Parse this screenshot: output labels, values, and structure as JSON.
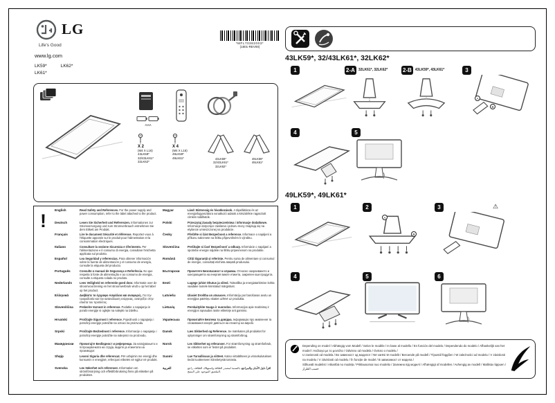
{
  "brand": {
    "logo": "LG",
    "tagline": "Life's Good",
    "website": "www.lg.com",
    "model_line1a": "LK59*",
    "model_line1b": "LK62*",
    "model_line2": "LK61*"
  },
  "barcode": {
    "code": "*MFL70382003*",
    "revision": "(1801-REV00)"
  },
  "accessories": {
    "battery_label": "AAA",
    "screw_sets": [
      {
        "qty": "X 2",
        "spec": "(M4 X L16)",
        "models": [
          "43LK59*",
          "32/43LK61*",
          "32LK62*"
        ]
      },
      {
        "qty": "X 4",
        "spec": "(M4 X L16)",
        "models": [
          "49LK59*",
          "49LK61*"
        ]
      }
    ],
    "stand_sets": [
      {
        "models": [
          "43LK59*",
          "32/43LK61*",
          "32LK62*"
        ]
      },
      {
        "models": [
          "49LK59*",
          "49LK61*"
        ]
      }
    ]
  },
  "notice_table": {
    "icon": "!",
    "left_rows": [
      {
        "language": "English",
        "title": "Read Safety and References.",
        "body": "For the power supply and power consumption, refer to the label attached to the product."
      },
      {
        "language": "Deutsch",
        "title": "Lesen Sie Sicherheit und Referenzen.",
        "body": "Informationen zur Stromversorgung und zum Stromverbrauch entnehmen Sie dem Etikett am Produkt."
      },
      {
        "language": "Français",
        "title": "Lire le document Sécurité et référence.",
        "body": "Reportez-vous à l'étiquette apposée sur le produit pour l'alimentation et la consommation électriques."
      },
      {
        "language": "Italiano",
        "title": "Consultare la sezione Sicurezza e riferimento.",
        "body": "Per l'alimentazione e il consumo di energia, consultare l'etichetta applicata sul prodotto."
      },
      {
        "language": "Español",
        "title": "Lea Seguridad y referencias.",
        "body": "Para obtener información sobre la fuente de alimentación y el consumo de energía, consulte la etiqueta del producto."
      },
      {
        "language": "Português",
        "title": "Consulte o manual de Segurança e Referência.",
        "body": "No que respeita à fonte de alimentação e ao consumo de energia, consulte a etiqueta colada no produto."
      },
      {
        "language": "Nederlands",
        "title": "Lees Veiligheid en referentie goed door.",
        "body": "Informatie over de stroomvoorziening en het stroomverbruik vindt u op het label op het product."
      },
      {
        "language": "Ελληνικά",
        "title": "Διαβάστε το έγγραφο Ασφάλεια και αναφορές.",
        "body": "Για την τροφοδοσία και την κατανάλωση ενέργειας, ανατρέξτε στην ετικέτα του προϊόντος."
      },
      {
        "language": "Slovenščina",
        "title": "Preberite Varnost in reference.",
        "body": "Podatke o napajanju in porabi energije si oglejte na nalepki na izdelku."
      },
      {
        "language": "Hrvatski",
        "title": "Pročitajte Sigurnost i reference.",
        "body": "Pojedinosti o napajanju i potrošnji energije potražite na oznaci na proizvodu."
      },
      {
        "language": "Srpski",
        "title": "Pročitajte Bezbednost i reference.",
        "body": "Informacije o napajanju i potrošnji energije potražite na nalepnici na proizvodu."
      },
      {
        "language": "Македонски",
        "title": "Прочитајте Безбедност и референци.",
        "body": "За напојувањето и потрошувачката на струја, видете ја етикетата на производот."
      },
      {
        "language": "Shqip",
        "title": "Lexoni Siguria dhe referencat.",
        "body": "Për ushqimin me energji dhe konsumin e energjisë, referojuni etiketës së ngjitur në produkt."
      },
      {
        "language": "Svenska",
        "title": "Läs Säkerhet och referenser.",
        "body": "Information om strömförsörjning och effektförbrukning finns på etiketten på produkten."
      }
    ],
    "right_rows": [
      {
        "language": "Magyar",
        "title": "Lásd: Biztonság és hivatkozások.",
        "body": "A tápellátásra és az energiafogyasztásra vonatkozó adatok a készülékre ragasztott címkén találhatók."
      },
      {
        "language": "Polski",
        "title": "Przeczytaj Zasady bezpieczeństwa i informacje dodatkowe.",
        "body": "Informacje dotyczące zasilania i poboru mocy znajdują się na etykiecie umieszczonej na produkcie."
      },
      {
        "language": "Česky",
        "title": "Přečtěte si část Bezpečnost a reference.",
        "body": "Informace o napájení a příkonu naleznete na štítku připevněném k výrobku."
      },
      {
        "language": "Slovenčina",
        "title": "Prečítajte si časť Bezpečnosť a odkazy.",
        "body": "Informácie o napájaní a spotrebe energie nájdete na štítku pripevnenom na produkte."
      },
      {
        "language": "Română",
        "title": "Citiți Siguranță și referințe.",
        "body": "Pentru sursa de alimentare și consumul de energie, consultați eticheta atașată produsului."
      },
      {
        "language": "Български",
        "title": "Прочетете Безопасност и справка.",
        "body": "Относно захранването и консумацията на енергия вижте етикета, закрепен към продукта."
      },
      {
        "language": "Eesti",
        "title": "Lugege juhist Ohutus ja viited.",
        "body": "Toiteallika ja energiatarbimise kohta vaadake tootele kinnitatud märgistust."
      },
      {
        "language": "Latviešu",
        "title": "Izlasiet Drošība un atsauces.",
        "body": "Informāciju par barošanas avotu un enerģijas patēriņu skatiet uzlīmē uz produkta."
      },
      {
        "language": "Lietuvių",
        "title": "Perskaitykite Sauga ir nuorodos.",
        "body": "Informacijos apie maitinimą ir energijos sąnaudas rasite etiketėje ant gaminio."
      },
      {
        "language": "Українська",
        "title": "Прочитайте Безпека та довідка.",
        "body": "Інформацію про живлення та споживання енергії дивіться на етикетці на виробі."
      },
      {
        "language": "Dansk",
        "title": "Læs Sikkerhed og Reference.",
        "body": "Se mærkaten på produktet for oplysninger om strømforsyning og strømforbrug."
      },
      {
        "language": "Norsk",
        "title": "Les Sikkerhet og referanser.",
        "body": "For strømforsyning og strømforbruk, se etiketten som er festet på produktet."
      },
      {
        "language": "Suomi",
        "title": "Lue Turvallisuus ja viitteet.",
        "body": "Katso virtalähteen ja virrankulutuksen tiedot tuotteeseen kiinnitetystä tarrasta."
      },
      {
        "language": "العربية",
        "title": "اقرأ دليل الأمان والمراجع.",
        "body": "بالنسبة لمصدر الطاقة واستهلاك الطاقة، راجع الملصق الموجود على المنتج."
      }
    ]
  },
  "assembly": {
    "warning_glyph": "⚠",
    "part_labels": {
      "a": "A",
      "b": "B"
    },
    "section1": {
      "title": "43LK59*, 32/43LK61*, 32LK62*",
      "steps": [
        {
          "badge": "1"
        },
        {
          "badge": "2-A",
          "sublabel": "32LK61*, 32LK62*"
        },
        {
          "badge": "2-B",
          "sublabel": "43LK59*, 43LK61*"
        },
        {
          "badge": "3"
        },
        {
          "badge": "4"
        },
        {
          "badge": "5"
        }
      ]
    },
    "section2": {
      "title": "49LK59*, 49LK61*",
      "steps": [
        {
          "badge": "1"
        },
        {
          "badge": "2"
        },
        {
          "badge": "3"
        },
        {
          "badge": "4"
        },
        {
          "badge": "5"
        },
        {
          "badge": "6"
        }
      ]
    }
  },
  "footnote": {
    "lines": [
      "Depending on model / Abhängig vom Modell / Selon le modèle / In base al modello / En función del modelo / Dependendo do modelo / Afhankelijk van het model / Ανάλογα με το μοντέλο / Odvisno od modela / Ovisno o modelu /",
      "U zavisnosti od modela / Во зависност од моделот / Në varësi të modelit / Beroende på modell / Típustól függően / W zależności od modelu / V závislosti na modelu / V závislosti od modelu / În funcție de model / В зависимост от модела /",
      "Sõltuvalt mudelist / Atkarībā no modeļa / Priklausomai nuo modelio / Залежно від моделі / Afhængigt af modellen / Avhengig av modell / Mallista riippuen / حسب الطراز"
    ]
  }
}
